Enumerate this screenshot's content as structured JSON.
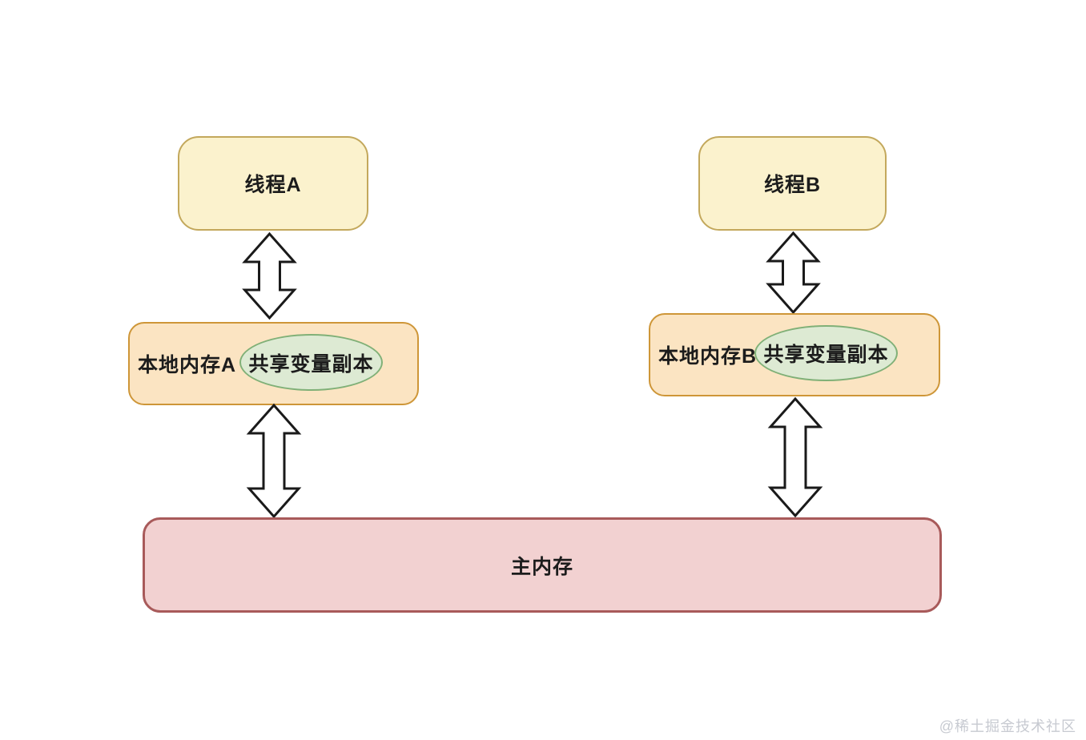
{
  "diagram": {
    "nodes": {
      "thread_a": {
        "label": "线程A"
      },
      "thread_b": {
        "label": "线程B"
      },
      "local_memory_a": {
        "label": "本地内存A",
        "shared_copy_label": "共享变量副本"
      },
      "local_memory_b": {
        "label": "本地内存B",
        "shared_copy_label": "共享变量副本"
      },
      "main_memory": {
        "label": "主内存"
      }
    },
    "edges": [
      {
        "from": "线程A",
        "to": "本地内存A",
        "style": "bidirectional-double-arrow"
      },
      {
        "from": "线程B",
        "to": "本地内存B",
        "style": "bidirectional-double-arrow"
      },
      {
        "from": "本地内存A",
        "to": "主内存",
        "style": "bidirectional-double-arrow"
      },
      {
        "from": "本地内存B",
        "to": "主内存",
        "style": "bidirectional-double-arrow"
      }
    ],
    "colors": {
      "thread_fill": "#FBF2CD",
      "thread_border": "#C3A85C",
      "local_fill": "#FBE4C2",
      "local_border": "#CE9638",
      "ellipse_fill": "#DDEAD3",
      "ellipse_border": "#80B077",
      "main_fill": "#F2D1D1",
      "main_border": "#A85A5A",
      "arrow_stroke": "#1A1A1A",
      "arrow_fill": "#FFFFFF"
    },
    "watermark": "@稀土掘金技术社区"
  }
}
